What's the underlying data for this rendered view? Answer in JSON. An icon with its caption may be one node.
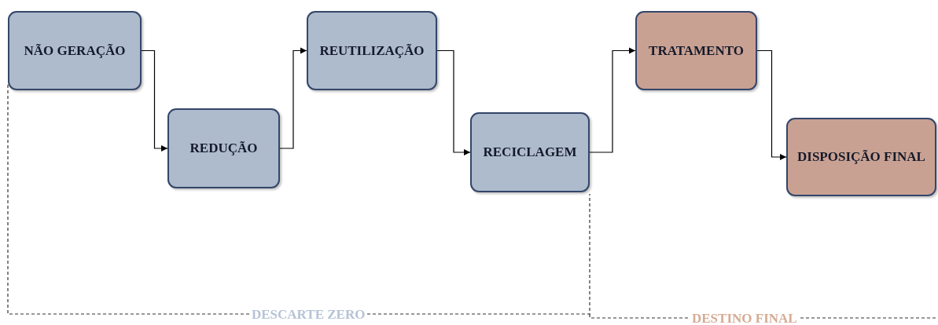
{
  "diagram": {
    "nodes": [
      {
        "text": [
          "NÃO GERAÇÃO"
        ]
      },
      {
        "text": [
          "REDUÇÃO"
        ]
      },
      {
        "text": [
          "REUTILIZAÇÃO"
        ]
      },
      {
        "text": [
          "RECICLAGEM"
        ]
      },
      {
        "text": [
          "TRATAMENTO"
        ]
      },
      {
        "text": [
          "DISPOSIÇÃO FINAL"
        ]
      }
    ],
    "edges": [
      {
        "from": 0,
        "to": 1,
        "arrow": "to"
      },
      {
        "from": 1,
        "to": 2,
        "arrow": "to"
      },
      {
        "from": 2,
        "to": 3,
        "arrow": "to"
      },
      {
        "from": 3,
        "to": 4,
        "arrow": "to"
      },
      {
        "from": 4,
        "to": 5,
        "arrow": "to"
      }
    ],
    "labels": [
      "DESCARTE ZERO",
      "DESTINO FINAL"
    ]
  }
}
